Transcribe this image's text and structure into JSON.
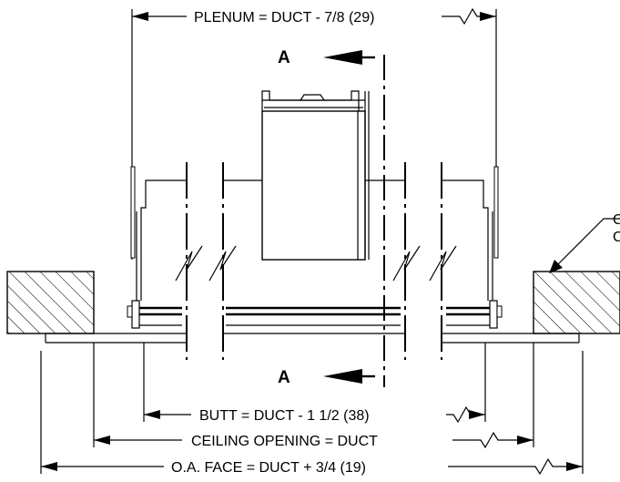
{
  "title": "",
  "section_marker": "A",
  "dimensions": {
    "plenum": "PLENUM = DUCT - 7/8 (29)",
    "butt": "BUTT = DUCT - 1 1/2 (38)",
    "ceiling_opening": "CEILING OPENING = DUCT",
    "oa_face": "O.A. FACE = DUCT + 3/4 (19)"
  },
  "callout": {
    "line1": "C",
    "line2": "C"
  },
  "colors": {
    "ink": "#000000",
    "background": "#ffffff"
  }
}
